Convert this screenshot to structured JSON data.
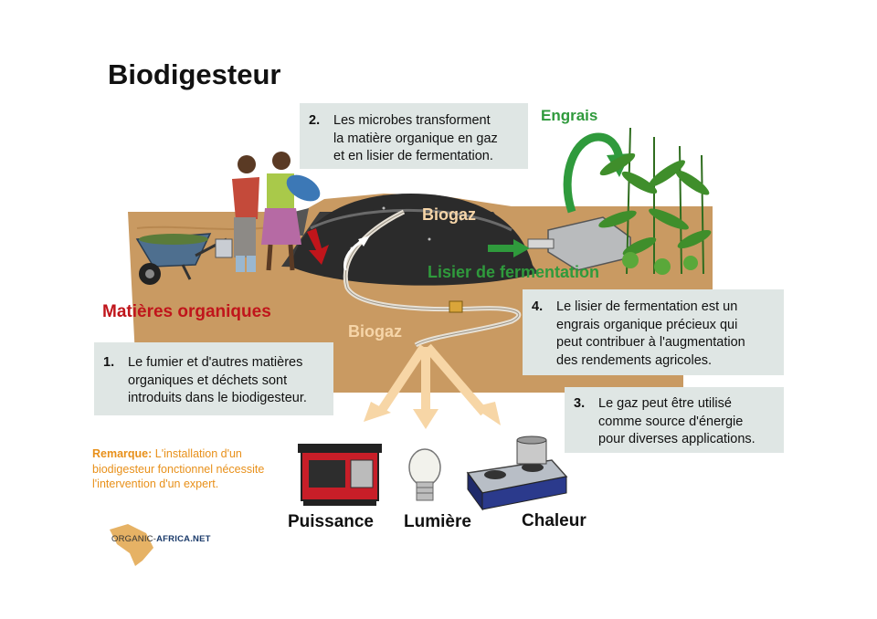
{
  "title": "Biodigesteur",
  "notes": [
    {
      "num": "2.",
      "lines": [
        "Les microbes transforment",
        "la matière organique en gaz",
        "et en lisier de fermentation."
      ]
    },
    {
      "num": "4.",
      "lines": [
        "Le lisier de fermentation est un",
        "engrais organique précieux qui",
        "peut contribuer à l'augmentation",
        "des rendements agricoles."
      ]
    },
    {
      "num": "1.",
      "lines": [
        "Le fumier et d'autres matières",
        "organiques et déchets sont",
        "introduits dans le biodigesteur."
      ]
    },
    {
      "num": "3.",
      "lines": [
        "Le gaz peut être utilisé",
        "comme source d'énergie",
        "pour diverses applications."
      ]
    }
  ],
  "labels": {
    "engrais": "Engrais",
    "biogaz_top": "Biogaz",
    "lisier": "Lisier de fermentation",
    "matieres": "Matières organiques",
    "biogaz_mid": "Biogaz"
  },
  "remark": {
    "prefix": "Remarque:",
    "text": " L'installation d'un biodigesteur fonctionnel nécessite l'intervention d'un expert."
  },
  "outputs": {
    "puissance": "Puissance",
    "lumiere": "Lumière",
    "chaleur": "Chaleur"
  },
  "logo": {
    "part1": "ORGANIC-",
    "part2": "AFRICA.NET"
  },
  "colors": {
    "soil": "#c99a62",
    "green_label": "#2f9a3c",
    "red_label": "#c0151b",
    "biogaz_label": "#f6d5a8",
    "note_bg": "#dfe6e4",
    "arrow": "#f7d6a6",
    "remark": "#e8901a"
  }
}
